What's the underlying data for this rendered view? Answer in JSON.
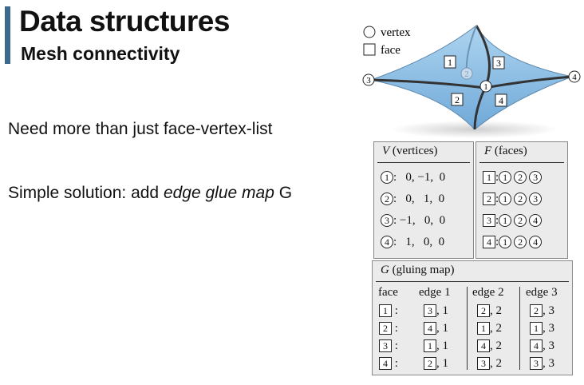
{
  "slide": {
    "title": "Data structures",
    "subtitle": "Mesh connectivity",
    "bullet1": "Need more than just face-vertex-list",
    "bullet2_prefix": "Simple solution: add ",
    "bullet2_em": "edge glue map",
    "bullet2_suffix": " G",
    "accent_color": "#3d6a8c"
  },
  "figure": {
    "legend_vertex": "vertex",
    "legend_face": "face",
    "face_labels": [
      "1",
      "2",
      "3",
      "4"
    ],
    "vertex_labels": [
      "1",
      "2",
      "3",
      "4"
    ],
    "mesh_color": "#8ec1e6"
  },
  "vertices": {
    "title_var": "V",
    "title_rest": " (vertices)",
    "rows": [
      {
        "id": "1",
        "coords": ":   0, −1,  0"
      },
      {
        "id": "2",
        "coords": ":   0,   1,  0"
      },
      {
        "id": "3",
        "coords": ": −1,   0,  0"
      },
      {
        "id": "4",
        "coords": ":   1,   0,  0"
      }
    ]
  },
  "faces": {
    "title_var": "F",
    "title_rest": " (faces)",
    "rows": [
      {
        "id": "1",
        "v": [
          "1",
          "2",
          "3"
        ]
      },
      {
        "id": "2",
        "v": [
          "1",
          "2",
          "3"
        ]
      },
      {
        "id": "3",
        "v": [
          "1",
          "2",
          "4"
        ]
      },
      {
        "id": "4",
        "v": [
          "1",
          "2",
          "4"
        ]
      }
    ]
  },
  "gluing": {
    "title_var": "G",
    "title_rest": " (gluing map)",
    "headers": [
      "face",
      "edge 1",
      "edge 2",
      "edge 3"
    ],
    "rows": [
      {
        "face": "1",
        "e": [
          [
            "3",
            ", 1"
          ],
          [
            "2",
            ", 2"
          ],
          [
            "2",
            ", 3"
          ]
        ]
      },
      {
        "face": "2",
        "e": [
          [
            "4",
            ", 1"
          ],
          [
            "1",
            ", 2"
          ],
          [
            "1",
            ", 3"
          ]
        ]
      },
      {
        "face": "3",
        "e": [
          [
            "1",
            ", 1"
          ],
          [
            "4",
            ", 2"
          ],
          [
            "4",
            ", 3"
          ]
        ]
      },
      {
        "face": "4",
        "e": [
          [
            "2",
            ", 1"
          ],
          [
            "3",
            ", 2"
          ],
          [
            "3",
            ", 3"
          ]
        ]
      }
    ]
  }
}
